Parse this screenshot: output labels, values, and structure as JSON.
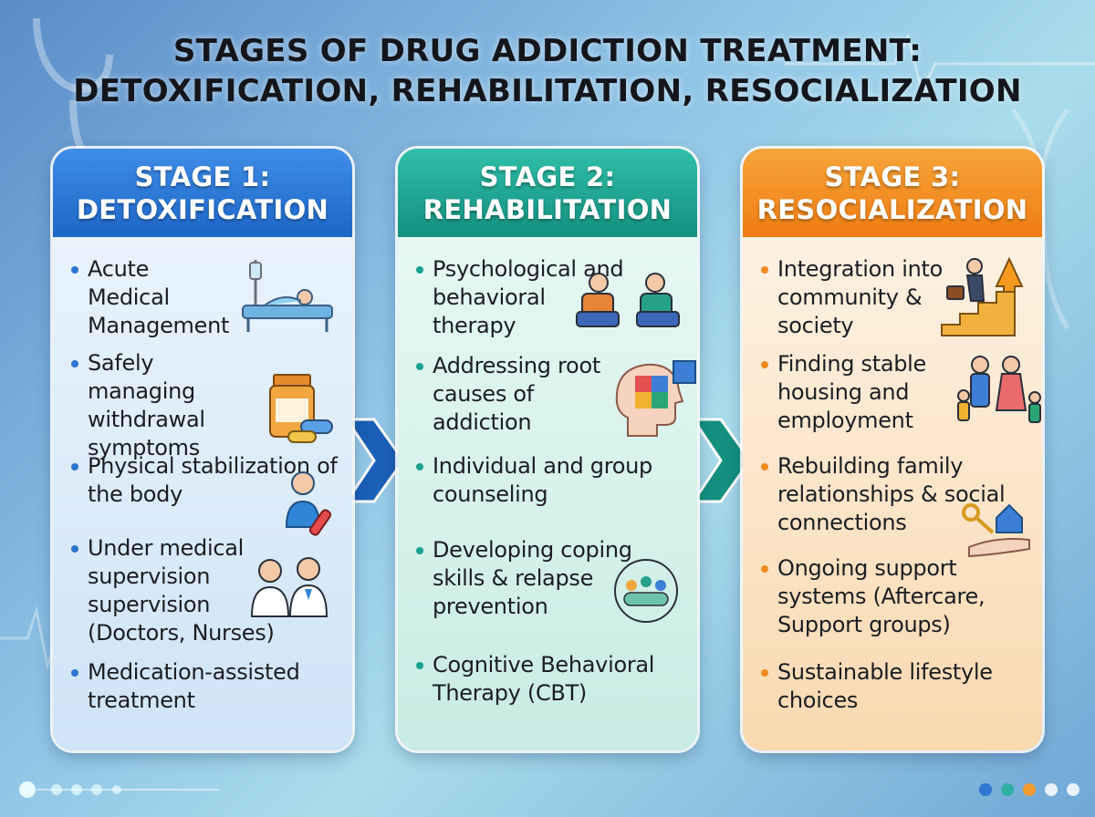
{
  "title": {
    "line1": "STAGES OF DRUG ADDICTION TREATMENT:",
    "line2": "DETOXIFICATION, REHABILITATION, RESOCIALIZATION"
  },
  "colors": {
    "stage1": "#1d6fd1",
    "stage2": "#18a393",
    "stage3": "#f08a1c"
  },
  "stages": [
    {
      "label": "STAGE 1:",
      "name": "DETOXIFICATION",
      "items": [
        {
          "text": "Acute Medical Management",
          "icon": "hospital-bed-icon"
        },
        {
          "text": "Safely managing withdrawal symptoms",
          "icon": "medicine-bottle-icon"
        },
        {
          "text": "Physical stabilization of the body",
          "icon": "nurse-icon"
        },
        {
          "text": "Under medical supervision supervision (Doctors, Nurses)",
          "icon": "doctors-icon"
        },
        {
          "text": "Medication-assisted treatment",
          "icon": ""
        }
      ]
    },
    {
      "label": "STAGE 2:",
      "name": "REHABILITATION",
      "items": [
        {
          "text": "Psychological and behavioral therapy",
          "icon": "therapy-session-icon"
        },
        {
          "text": "Addressing root causes of addiction",
          "icon": "puzzle-head-icon"
        },
        {
          "text": "Individual and group counseling",
          "icon": ""
        },
        {
          "text": "Developing coping skills & relapse prevention",
          "icon": "support-circle-icon"
        },
        {
          "text": "Cognitive Behavioral Therapy (CBT)",
          "icon": ""
        }
      ]
    },
    {
      "label": "STAGE 3:",
      "name": "RESOCIALIZATION",
      "items": [
        {
          "text": "Integration into community & society",
          "icon": "stairs-climb-icon"
        },
        {
          "text": "Finding stable housing and employment",
          "icon": "family-icon"
        },
        {
          "text": "Rebuilding family relationships & social connections",
          "icon": ""
        },
        {
          "text": "Ongoing support systems (Aftercare, Support groups)",
          "icon": "house-key-hand-icon"
        },
        {
          "text": "Sustainable lifestyle choices",
          "icon": ""
        }
      ]
    }
  ]
}
